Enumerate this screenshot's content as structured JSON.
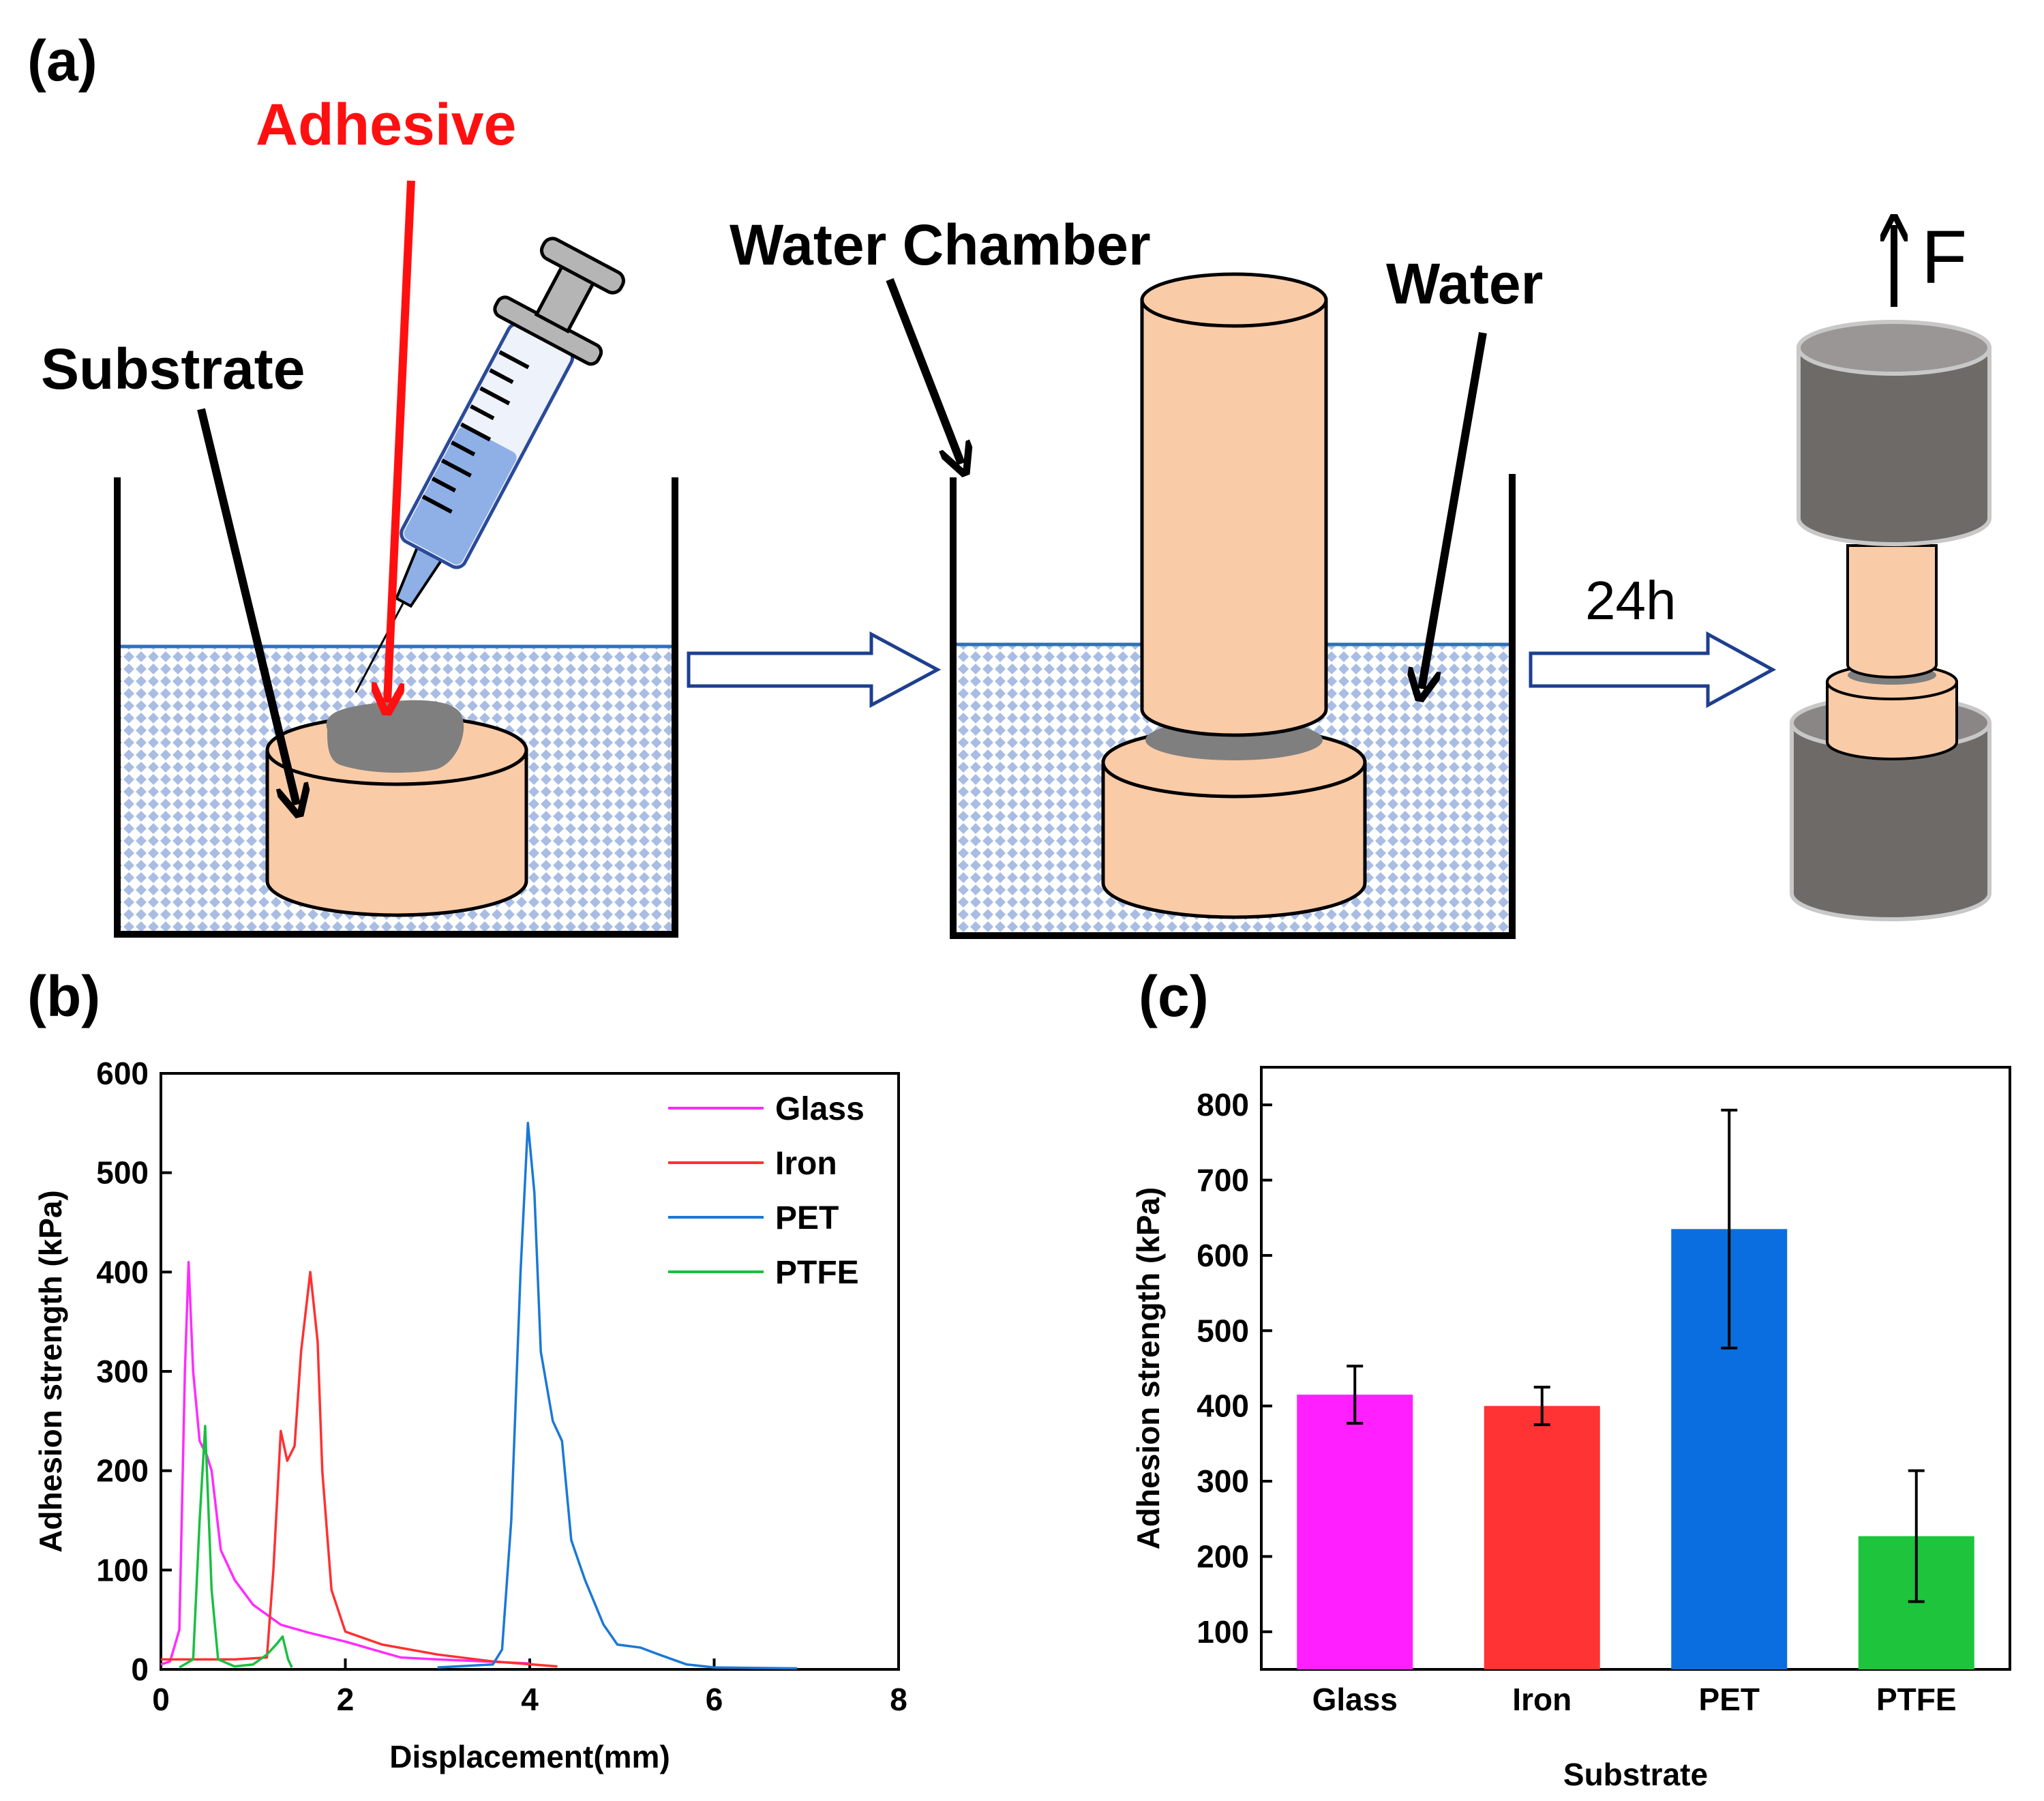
{
  "panels": {
    "a": "(a)",
    "b": "(b)",
    "c": "(c)"
  },
  "schematic": {
    "adhesive_label": "Adhesive",
    "substrate_label": "Substrate",
    "water_chamber_label": "Water Chamber",
    "water_label": "Water",
    "time_label": "24h",
    "force_label": "F",
    "colors": {
      "adhesive_arrow": "#ff1010",
      "substrate": "#f9cba7",
      "adhesive": "#7f7f7f",
      "water_line": "#2f6fbf",
      "water_dot": "#a9bde4",
      "clamp": "#6e6a68",
      "syringe_liquid": "#8fb0e6"
    }
  },
  "chart_data": [
    {
      "type": "line",
      "xlabel": "Displacement(mm)",
      "ylabel": "Adhesion strength (kPa)",
      "xlim": [
        0,
        8
      ],
      "ylim": [
        0,
        600
      ],
      "xticks": [
        "0",
        "2",
        "4",
        "6",
        "8"
      ],
      "yticks": [
        "0",
        "100",
        "200",
        "300",
        "400",
        "500",
        "600"
      ],
      "legend_position": "top-right",
      "series": [
        {
          "name": "Glass",
          "color": "#ff2bff",
          "points": [
            [
              0,
              5
            ],
            [
              0.1,
              8
            ],
            [
              0.2,
              40
            ],
            [
              0.26,
              300
            ],
            [
              0.3,
              410
            ],
            [
              0.35,
              300
            ],
            [
              0.42,
              230
            ],
            [
              0.5,
              215
            ],
            [
              0.55,
              200
            ],
            [
              0.65,
              120
            ],
            [
              0.8,
              90
            ],
            [
              1.0,
              65
            ],
            [
              1.3,
              45
            ],
            [
              1.6,
              37
            ],
            [
              2.0,
              28
            ],
            [
              2.3,
              20
            ],
            [
              2.6,
              12
            ],
            [
              3.0,
              10
            ],
            [
              3.5,
              8
            ],
            [
              4.0,
              6
            ]
          ]
        },
        {
          "name": "Iron",
          "color": "#ff3030",
          "points": [
            [
              0,
              10
            ],
            [
              0.8,
              10
            ],
            [
              1.15,
              12
            ],
            [
              1.22,
              100
            ],
            [
              1.3,
              240
            ],
            [
              1.37,
              210
            ],
            [
              1.45,
              225
            ],
            [
              1.52,
              320
            ],
            [
              1.62,
              400
            ],
            [
              1.7,
              330
            ],
            [
              1.75,
              200
            ],
            [
              1.85,
              80
            ],
            [
              2.0,
              38
            ],
            [
              2.4,
              25
            ],
            [
              3.0,
              15
            ],
            [
              3.6,
              8
            ],
            [
              4.3,
              3
            ]
          ]
        },
        {
          "name": "PET",
          "color": "#1a78d6",
          "points": [
            [
              3.0,
              2
            ],
            [
              3.6,
              5
            ],
            [
              3.7,
              20
            ],
            [
              3.8,
              150
            ],
            [
              3.9,
              400
            ],
            [
              3.98,
              550
            ],
            [
              4.05,
              480
            ],
            [
              4.12,
              320
            ],
            [
              4.25,
              250
            ],
            [
              4.35,
              230
            ],
            [
              4.45,
              130
            ],
            [
              4.6,
              90
            ],
            [
              4.8,
              45
            ],
            [
              4.95,
              25
            ],
            [
              5.2,
              22
            ],
            [
              5.4,
              15
            ],
            [
              5.7,
              5
            ],
            [
              6.0,
              2
            ],
            [
              6.9,
              1
            ]
          ]
        },
        {
          "name": "PTFE",
          "color": "#18c040",
          "points": [
            [
              0.2,
              2
            ],
            [
              0.35,
              10
            ],
            [
              0.42,
              150
            ],
            [
              0.48,
              245
            ],
            [
              0.55,
              80
            ],
            [
              0.62,
              10
            ],
            [
              0.8,
              3
            ],
            [
              1.0,
              5
            ],
            [
              1.15,
              15
            ],
            [
              1.25,
              25
            ],
            [
              1.32,
              33
            ],
            [
              1.38,
              10
            ],
            [
              1.42,
              2
            ]
          ]
        }
      ]
    },
    {
      "type": "bar",
      "xlabel": "Substrate",
      "ylabel": "Adhesion strength (kPa)",
      "ylim": [
        50,
        850
      ],
      "yticks": [
        "100",
        "200",
        "300",
        "400",
        "500",
        "600",
        "700",
        "800"
      ],
      "categories": [
        "Glass",
        "Iron",
        "PET",
        "PTFE"
      ],
      "values": [
        415,
        400,
        635,
        227
      ],
      "errors": [
        38,
        25,
        158,
        87
      ],
      "colors": [
        "#ff1fff",
        "#ff3333",
        "#0b6ee0",
        "#1dc43c"
      ]
    }
  ]
}
